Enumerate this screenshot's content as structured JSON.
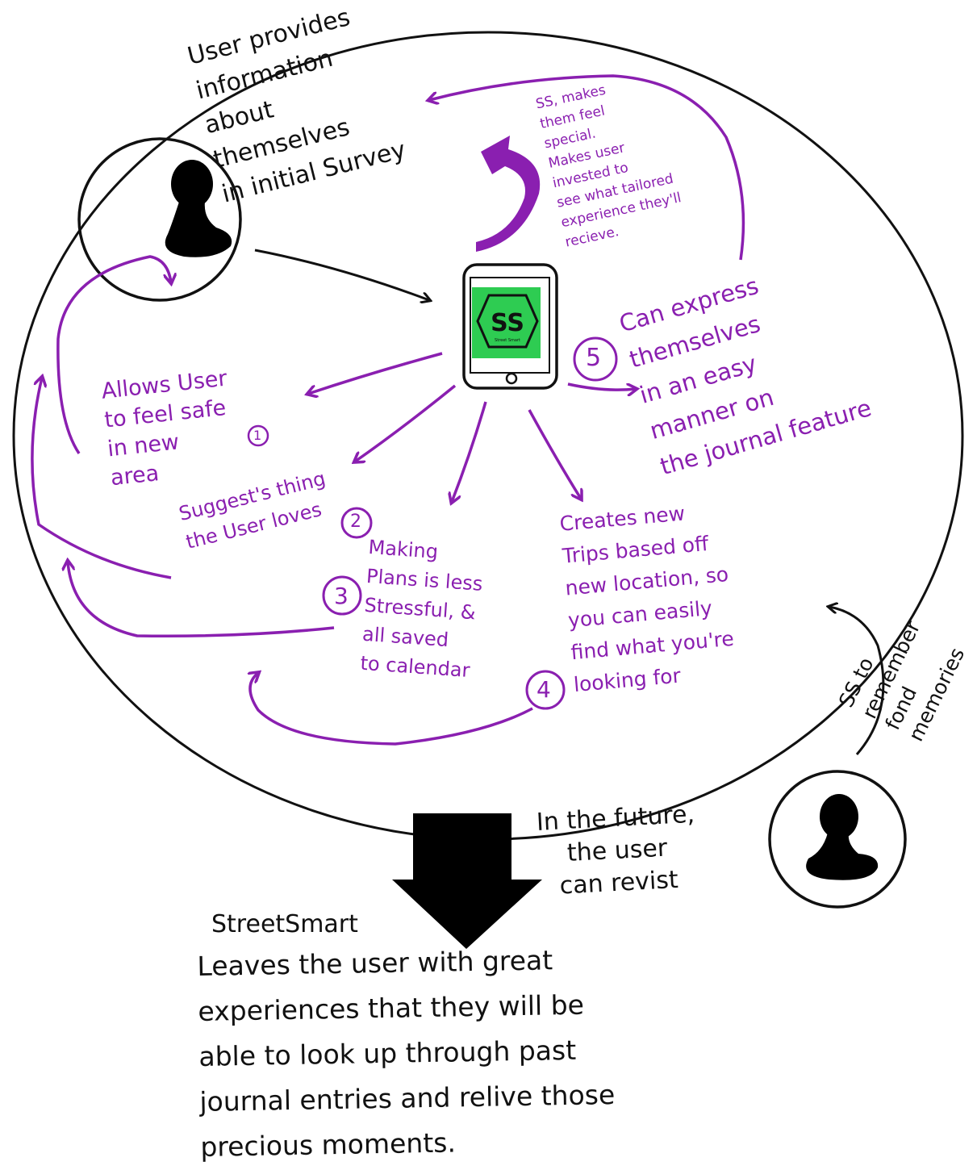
{
  "colors": {
    "ink": "#111111",
    "accent": "#8a1fb0",
    "logo_green": "#2ecc52"
  },
  "logo": {
    "text": "SS",
    "subtext": "Street Smart"
  },
  "labels": {
    "user_provides": "User provides\ninformation\nabout\nthemselves\nin initial Survey",
    "ss_makes_special": "SS, makes\nthem feel\nspecial.\nMakes user\ninvested to\nsee what tailored\nexperience they'll\nrecieve.",
    "allows_safe": "Allows User\nto feel safe\nin new\narea",
    "num1": "1",
    "suggests": "Suggest's thing\nthe User loves",
    "num2": "2",
    "making_plans": "Making\nPlans is less\nStressful, &\nall saved\nto calendar",
    "num3": "3",
    "creates_trips": "Creates new\nTrips based off\nnew location, so\nyou can easily\nfind what you're\nlooking for",
    "num4": "4",
    "express": "Can express\nthemselves\nin an easy\nmanner on\nthe journal feature",
    "num5": "5",
    "ss_remember": "SS to\nremember\nfond\nmemories",
    "future": "In the future,\nthe user\ncan revist",
    "streetsmart": "StreetSmart",
    "leaves": "Leaves the user with great\nexperiences that they will be\nable to look up through past\njournal entries and relive those\nprecious moments."
  }
}
